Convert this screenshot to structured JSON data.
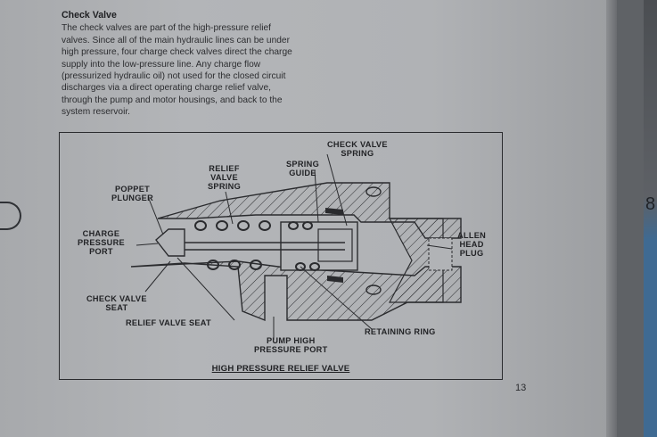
{
  "section": {
    "heading": "Check Valve",
    "paragraph": "The check valves are part of the high-pressure relief valves. Since all of the main hydraulic lines can be under high pressure, four charge check valves direct the charge supply into the low-pressure line. Any charge flow (pressurized hydraulic oil) not used for the closed circuit discharges via a direct operating charge relief valve, through the pump and motor housings, and back to the system reservoir."
  },
  "figure": {
    "caption": "HIGH PRESSURE RELIEF VALVE",
    "labels": {
      "check_valve_spring": "CHECK VALVE\nSPRING",
      "spring_guide": "SPRING\nGUIDE",
      "relief_valve_spring": "RELIEF\nVALVE\nSPRING",
      "poppet_plunger": "POPPET\nPLUNGER",
      "charge_pressure_port": "CHARGE\nPRESSURE\nPORT",
      "allen_head_plug": "ALLEN\nHEAD\nPLUG",
      "check_valve_seat": "CHECK VALVE\nSEAT",
      "relief_valve_seat": "RELIEF VALVE SEAT",
      "pump_high_pressure_port": "PUMP HIGH\nPRESSURE PORT",
      "retaining_ring": "RETAINING RING"
    }
  },
  "page_number": "13",
  "edge_glyph": "8"
}
